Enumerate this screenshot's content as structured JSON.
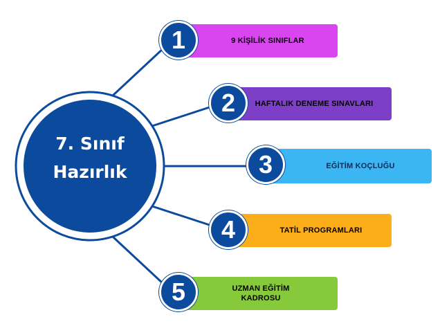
{
  "hub": {
    "line1": "7. Sınıf",
    "line2": "Hazırlık"
  },
  "items": [
    {
      "number": "1",
      "label": "9 KİŞİLİK SINIFLAR",
      "color": "#d946ef",
      "text_color": "#000000"
    },
    {
      "number": "2",
      "label": "HAFTALIK DENEME SINAVLARI",
      "color": "#7e3fc7",
      "text_color": "#000000"
    },
    {
      "number": "3",
      "label": "EĞİTİM KOÇLUĞU",
      "color": "#3bb6f2",
      "text_color": "#0b2a5a"
    },
    {
      "number": "4",
      "label": "TATİL PROGRAMLARI",
      "color": "#fbad1a",
      "text_color": "#000000"
    },
    {
      "number": "5",
      "label": "UZMAN EĞİTİM KADROSU",
      "color": "#86c93a",
      "text_color": "#000000"
    }
  ],
  "colors": {
    "hub_fill": "#0b4a9c",
    "connector": "#0b4a9c",
    "badge_fill": "#0b4a9c"
  }
}
